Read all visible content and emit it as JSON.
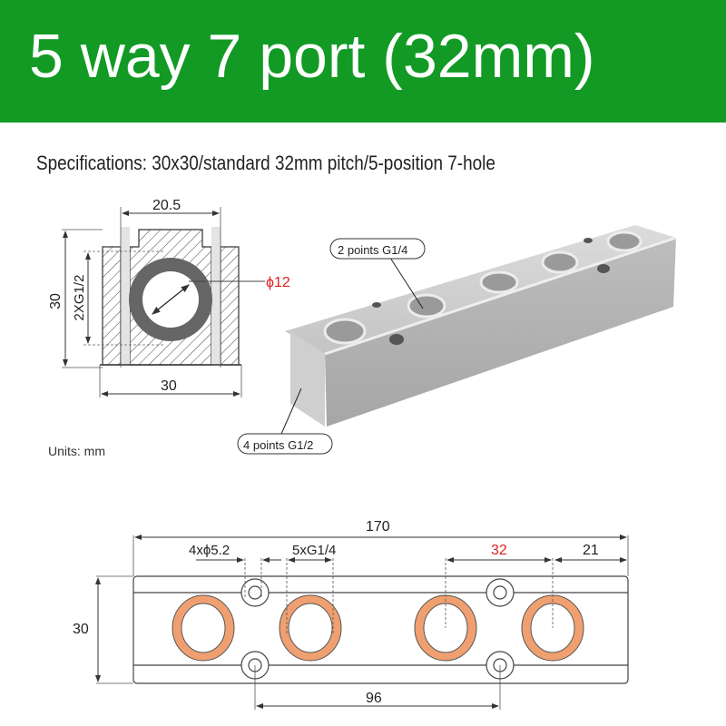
{
  "header": {
    "title": "5 way 7 port (32mm)",
    "background": "#129a24",
    "text_color": "#ffffff"
  },
  "specifications": "Specifications: 30x30/standard 32mm pitch/5-position 7-hole",
  "cross_section": {
    "dim_top_width": "20.5",
    "dim_height": "30",
    "dim_thread": "2XG1/2",
    "dim_bore": "ϕ12",
    "dim_bottom_width": "30",
    "bore_label_color": "#e02020"
  },
  "units_label": "Units:  mm",
  "product_view": {
    "callout_top": "2 points G1/4",
    "callout_bottom": "4 points G1/2"
  },
  "plan_view": {
    "dim_total_length": "170",
    "dim_mount_holes": "4xϕ5.2",
    "dim_ports": "5xG1/4",
    "dim_pitch": "32",
    "dim_end_offset": "21",
    "dim_height": "30",
    "dim_mount_spacing": "96",
    "port_ring_color": "#f0a070",
    "pitch_label_color": "#e02020"
  }
}
